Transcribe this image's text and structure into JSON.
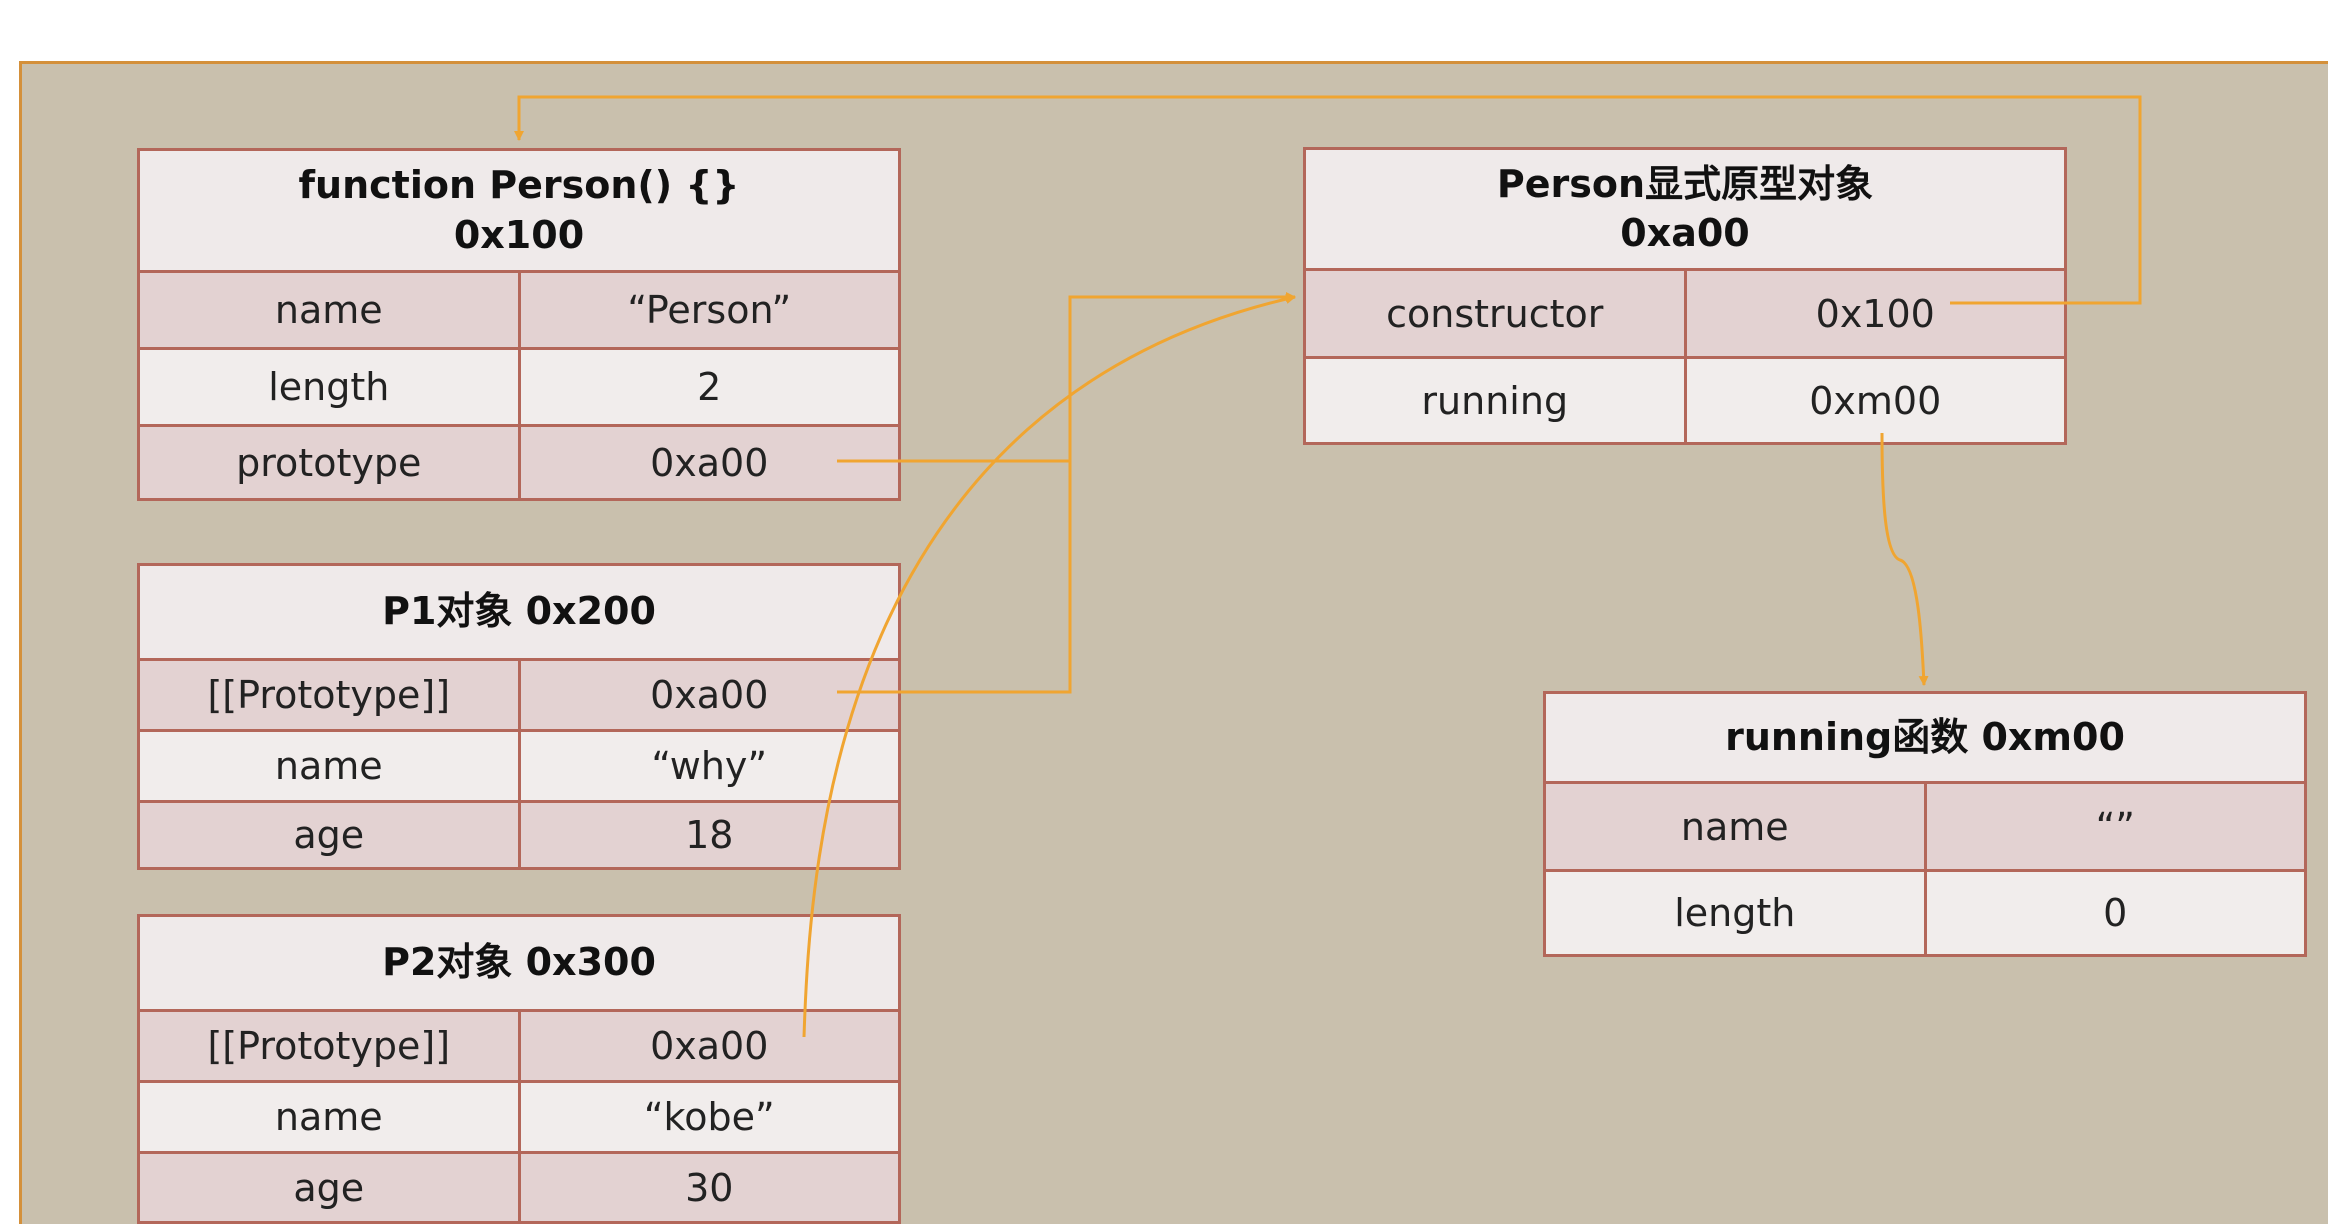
{
  "person_fn": {
    "title": "function Person() {}",
    "address": "0x100",
    "rows": [
      {
        "key": "name",
        "value": "“Person”"
      },
      {
        "key": "length",
        "value": "2"
      },
      {
        "key": "prototype",
        "value": "0xa00"
      }
    ]
  },
  "p1": {
    "title": "P1对象 0x200",
    "rows": [
      {
        "key": "[[Prototype]]",
        "value": "0xa00"
      },
      {
        "key": "name",
        "value": "“why”"
      },
      {
        "key": "age",
        "value": "18"
      }
    ]
  },
  "p2": {
    "title": "P2对象 0x300",
    "rows": [
      {
        "key": "[[Prototype]]",
        "value": "0xa00"
      },
      {
        "key": "name",
        "value": "“kobe”"
      },
      {
        "key": "age",
        "value": "30"
      }
    ]
  },
  "proto": {
    "title": "Person显式原型对象",
    "address": "0xa00",
    "rows": [
      {
        "key": "constructor",
        "value": "0x100"
      },
      {
        "key": "running",
        "value": "0xm00"
      }
    ]
  },
  "running_fn": {
    "title": "running函数 0xm00",
    "rows": [
      {
        "key": "name",
        "value": "“”"
      },
      {
        "key": "length",
        "value": "0"
      }
    ]
  },
  "colors": {
    "canvas": "#c9c0ad",
    "border": "#b3675a",
    "arrow": "#f0a531",
    "header_bg": "#efeaea",
    "row_dark": "#e3d2d2",
    "row_light": "#f1edec"
  }
}
